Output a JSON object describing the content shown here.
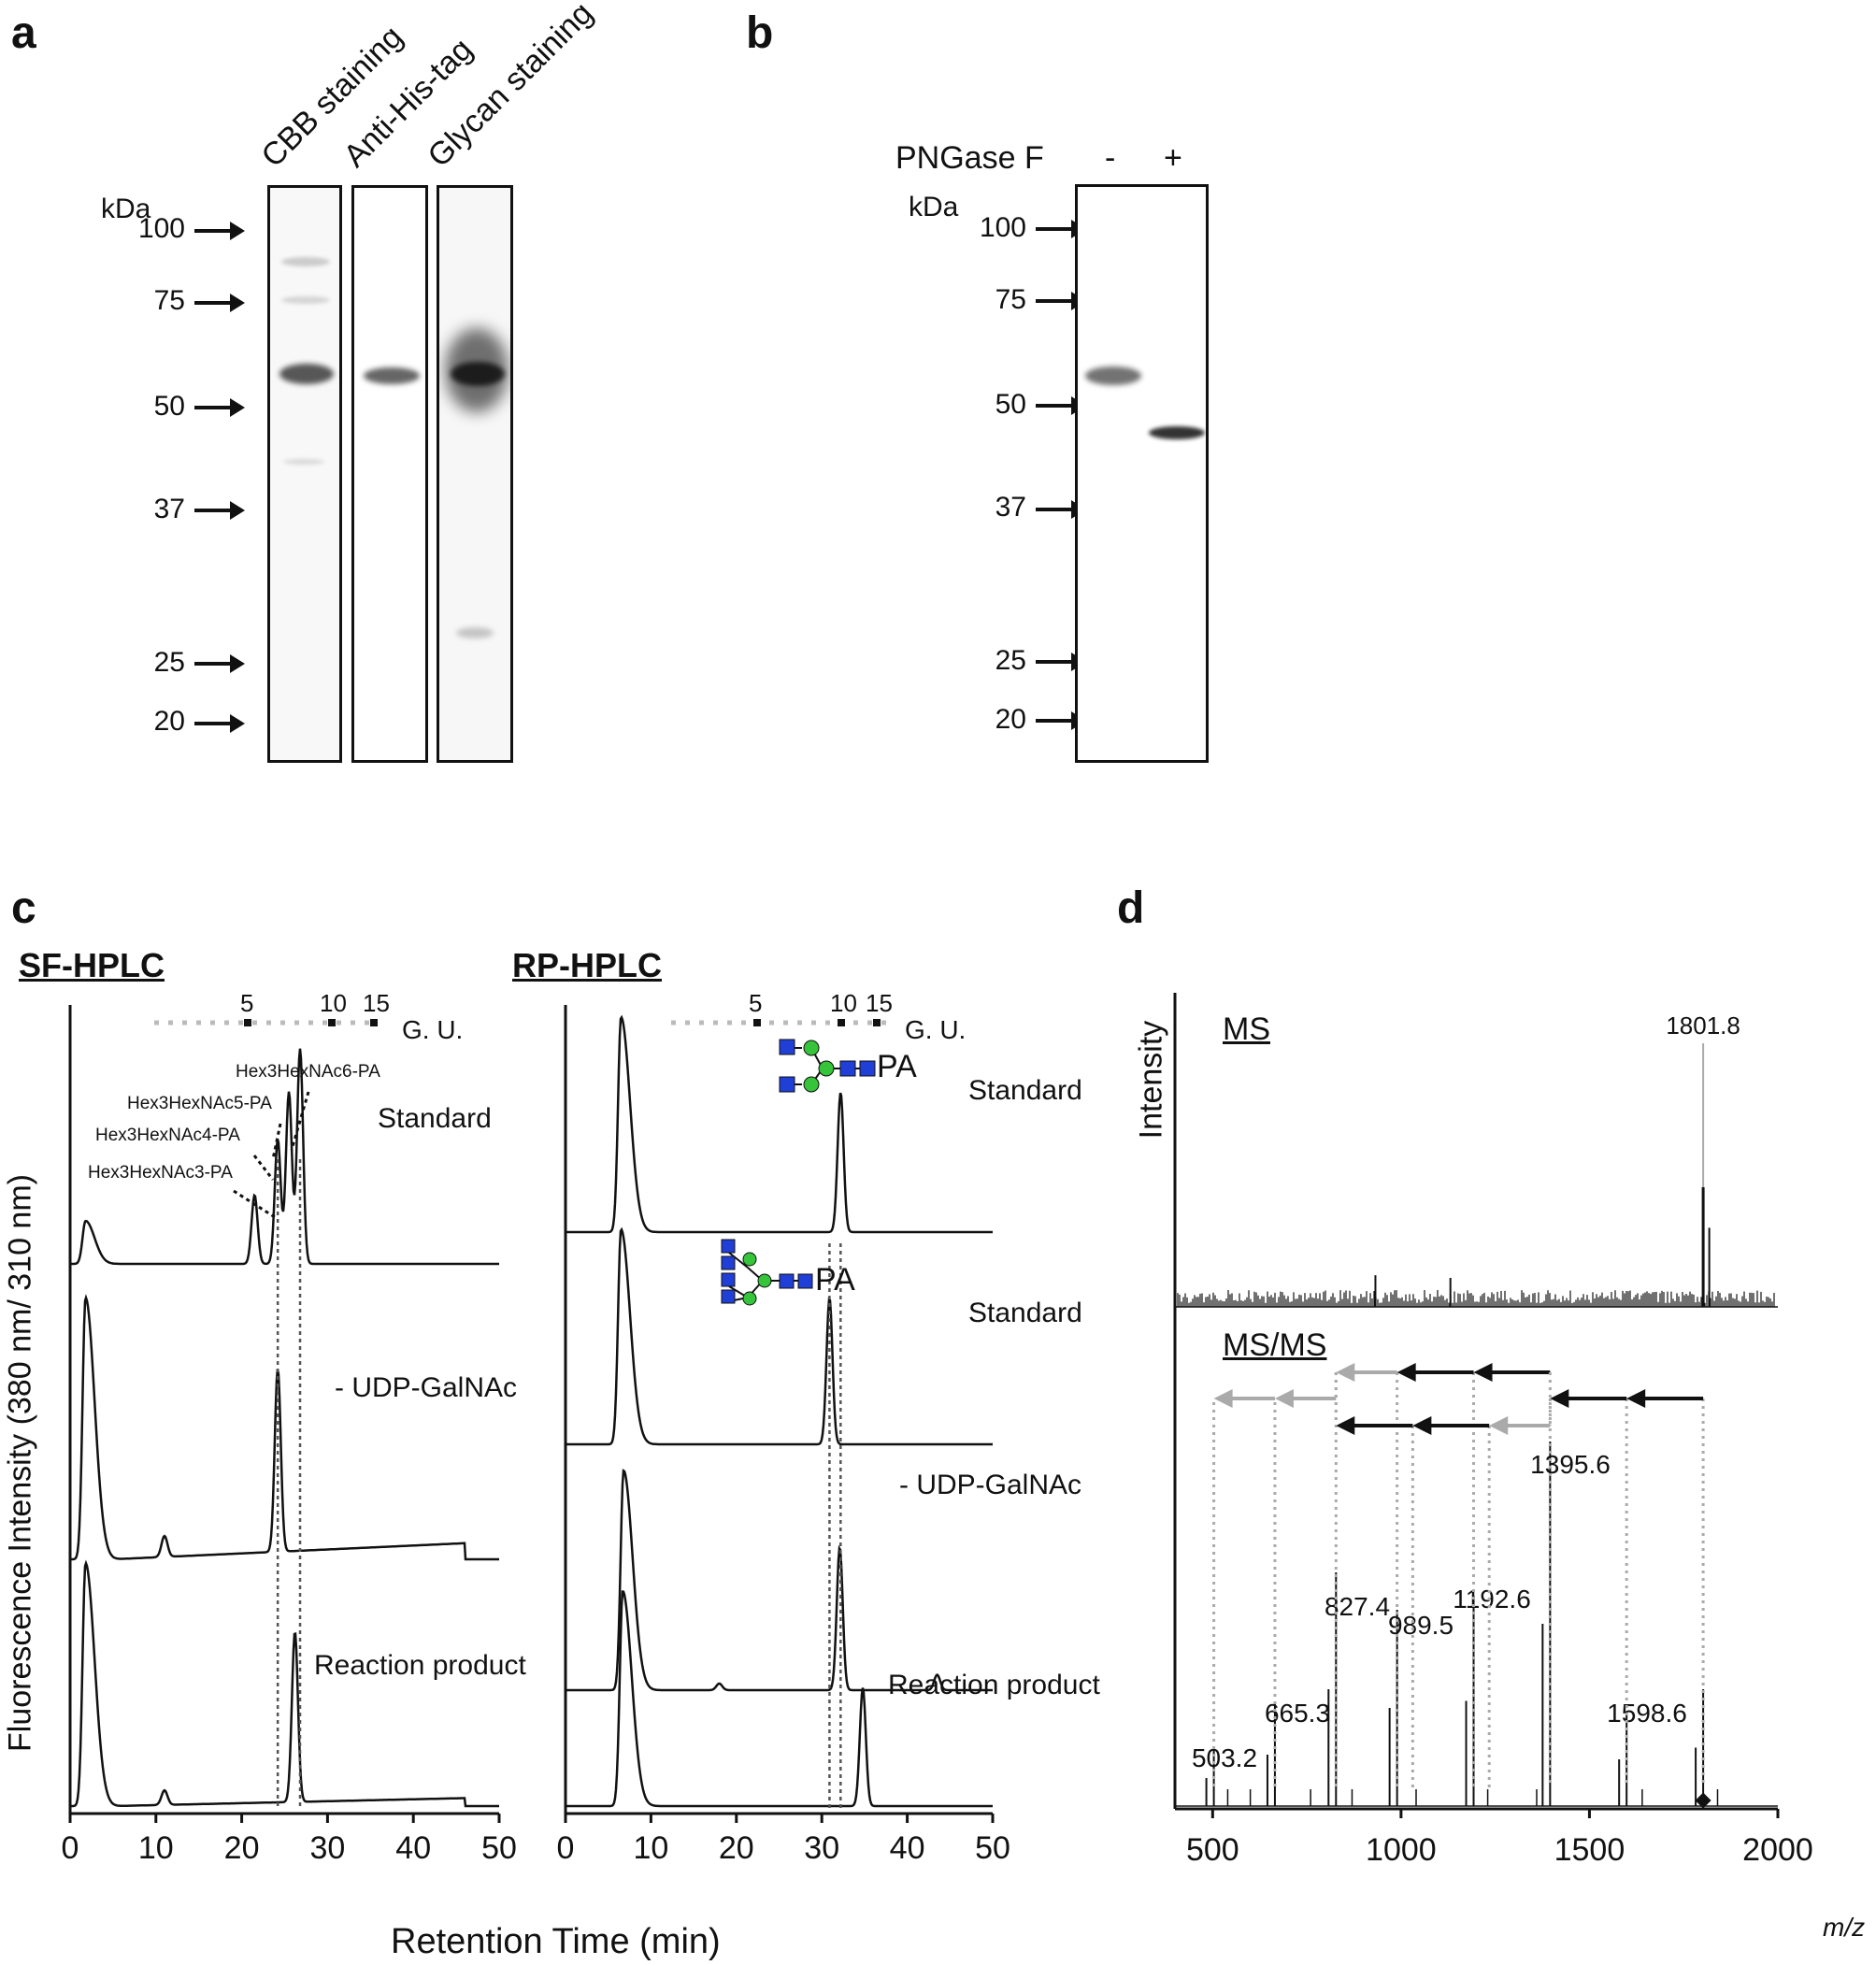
{
  "panels": {
    "a": {
      "letter": "a",
      "unit": "kDa",
      "lanes": [
        "CBB staining",
        "Anti-His-tag",
        "Glycan staining"
      ],
      "markers": [
        "100",
        "75",
        "50",
        "37",
        "25",
        "20"
      ]
    },
    "b": {
      "letter": "b",
      "enzyme_label": "PNGase F",
      "minus": "-",
      "plus": "+",
      "unit": "kDa",
      "markers": [
        "100",
        "75",
        "50",
        "37",
        "25",
        "20"
      ]
    },
    "c": {
      "letter": "c",
      "left_title": "SF-HPLC",
      "right_title": "RP-HPLC",
      "gu_label": "G. U.",
      "gu_ticks": [
        "5",
        "10",
        "15"
      ],
      "ylabel": "Fluorescence Intensity (380 nm/ 310 nm)",
      "xlabel": "Retention Time (min)",
      "left_traces": [
        "Standard",
        "- UDP-GalNAc",
        "Reaction product"
      ],
      "right_traces": [
        "Standard",
        "Standard",
        "- UDP-GalNAc",
        "Reaction product"
      ],
      "peak_labels": [
        "Hex3HexNAc6-PA",
        "Hex3HexNAc5-PA",
        "Hex3HexNAc4-PA",
        "Hex3HexNAc3-PA"
      ],
      "glycan_suffix": "PA"
    },
    "d": {
      "letter": "d",
      "ylabel": "Intensity",
      "ms_label": "MS",
      "msms_label": "MS/MS",
      "xlabel": "m/z"
    }
  },
  "chart_data": [
    {
      "type": "line",
      "title": "SF-HPLC",
      "xlabel": "Retention Time (min)",
      "ylabel": "Fluorescence Intensity (380 nm/ 310 nm)",
      "xlim": [
        0,
        50
      ],
      "xticks": [
        0,
        10,
        20,
        30,
        40,
        50
      ],
      "series": [
        {
          "name": "Standard",
          "peaks": [
            {
              "x": 1.8,
              "h": 0.2
            },
            {
              "x": 21.5,
              "h": 0.32
            },
            {
              "x": 24.2,
              "h": 0.58
            },
            {
              "x": 25.5,
              "h": 0.8
            },
            {
              "x": 26.8,
              "h": 1.0
            }
          ]
        },
        {
          "name": "- UDP-GalNAc",
          "peaks": [
            {
              "x": 1.8,
              "h": 1.0
            },
            {
              "x": 11,
              "h": 0.08
            },
            {
              "x": 24.2,
              "h": 0.7
            }
          ]
        },
        {
          "name": "Reaction product",
          "peaks": [
            {
              "x": 1.8,
              "h": 1.0
            },
            {
              "x": 11,
              "h": 0.06
            },
            {
              "x": 26.2,
              "h": 0.7
            }
          ]
        }
      ]
    },
    {
      "type": "line",
      "title": "RP-HPLC",
      "xlabel": "Retention Time (min)",
      "xlim": [
        0,
        50
      ],
      "xticks": [
        0,
        10,
        20,
        30,
        40,
        50
      ],
      "series": [
        {
          "name": "Standard",
          "peaks": [
            {
              "x": 6.5,
              "h": 1.0
            },
            {
              "x": 32.2,
              "h": 0.65
            }
          ]
        },
        {
          "name": "Standard",
          "peaks": [
            {
              "x": 6.5,
              "h": 1.0
            },
            {
              "x": 30.9,
              "h": 0.68
            }
          ]
        },
        {
          "name": "- UDP-GalNAc",
          "peaks": [
            {
              "x": 6.8,
              "h": 1.0
            },
            {
              "x": 18,
              "h": 0.03
            },
            {
              "x": 32.1,
              "h": 0.65
            },
            {
              "x": 43.5,
              "h": 0.07
            }
          ]
        },
        {
          "name": "Reaction product",
          "peaks": [
            {
              "x": 6.7,
              "h": 1.0
            },
            {
              "x": 34.8,
              "h": 0.55
            }
          ]
        }
      ]
    },
    {
      "type": "bar",
      "title": "MS",
      "xlabel": "m/z",
      "ylabel": "Intensity",
      "xlim": [
        400,
        2000
      ],
      "xticks": [
        500,
        1000,
        1500,
        2000
      ],
      "peaks": [
        {
          "mz": 1801.8,
          "label": "1801.8",
          "h": 1.0
        },
        {
          "mz": 1818,
          "h": 0.3
        },
        {
          "mz": 932,
          "h": 0.12
        },
        {
          "mz": 1131,
          "h": 0.11
        }
      ]
    },
    {
      "type": "bar",
      "title": "MS/MS",
      "xlabel": "m/z",
      "xlim": [
        400,
        2000
      ],
      "xticks": [
        500,
        1000,
        1500,
        2000
      ],
      "peaks": [
        {
          "mz": 503.2,
          "label": "503.2",
          "h": 0.12
        },
        {
          "mz": 665.3,
          "label": "665.3",
          "h": 0.22
        },
        {
          "mz": 827.4,
          "label": "827.4",
          "h": 0.5
        },
        {
          "mz": 989.5,
          "label": "989.5",
          "h": 0.42
        },
        {
          "mz": 1192.6,
          "label": "1192.6",
          "h": 0.45
        },
        {
          "mz": 1395.6,
          "label": "1395.6",
          "h": 0.78
        },
        {
          "mz": 1598.6,
          "label": "1598.6",
          "h": 0.2
        },
        {
          "mz": 1801.8,
          "h": 0.25
        }
      ]
    }
  ]
}
